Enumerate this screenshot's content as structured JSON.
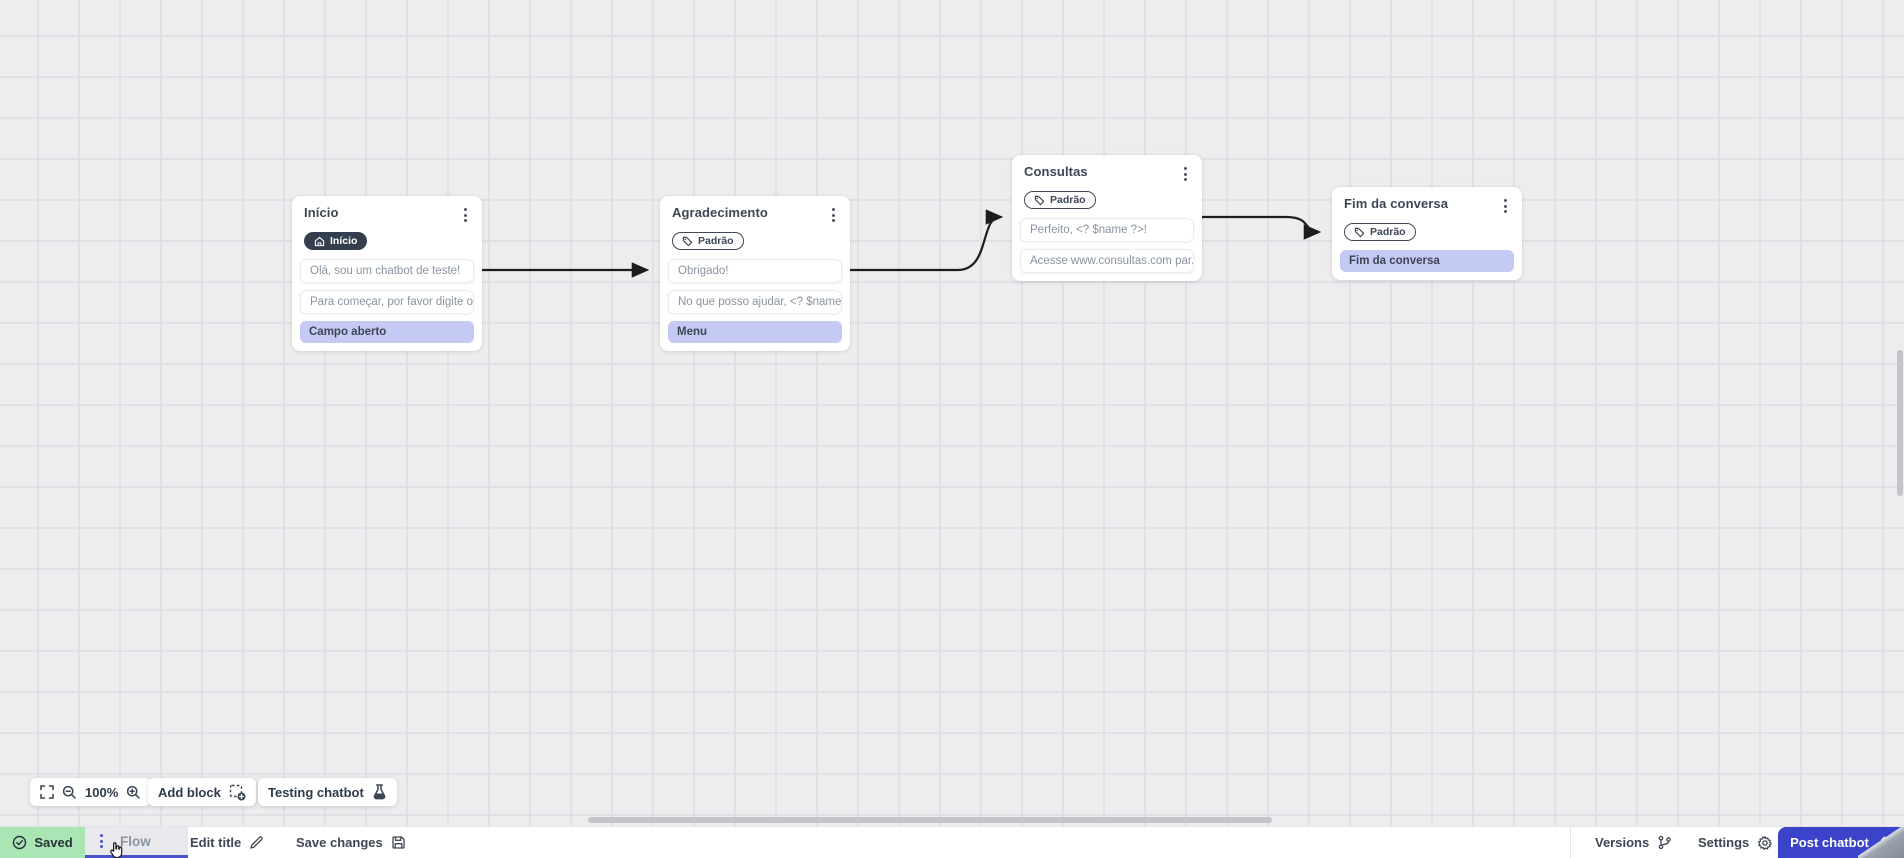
{
  "canvas": {
    "nodes": [
      {
        "title": "Início",
        "badge": "Início",
        "messages": [
          "Olá, sou um chatbot de teste!",
          "Para começar, por favor digite o ..."
        ],
        "action": "Campo aberto"
      },
      {
        "title": "Agradecimento",
        "badge": "Padrão",
        "messages": [
          "Obrigado!",
          "No que posso ajudar, <? $name ..."
        ],
        "action": "Menu"
      },
      {
        "title": "Consultas",
        "badge": "Padrão",
        "messages": [
          "Perfeito, <? $name ?>!",
          "Acesse www.consultas.com par..."
        ]
      },
      {
        "title": "Fim da conversa",
        "badge": "Padrão",
        "action": "Fim da conversa"
      }
    ]
  },
  "controls": {
    "zoom_level": "100%",
    "add_block": "Add block",
    "testing_chatbot": "Testing chatbot"
  },
  "footer": {
    "saved": "Saved",
    "flow": "Flow",
    "edit_title": "Edit title",
    "save_changes": "Save changes",
    "versions": "Versions",
    "settings": "Settings",
    "post_chatbot": "Post chatbot"
  },
  "colors": {
    "accent_indigo": "#3a43c9",
    "lavender": "#c5caf4",
    "saved_green": "#a9e6b4",
    "badge_dark": "#333e4f",
    "connector": "#1d1d20",
    "canvas_bg": "#ededef"
  }
}
